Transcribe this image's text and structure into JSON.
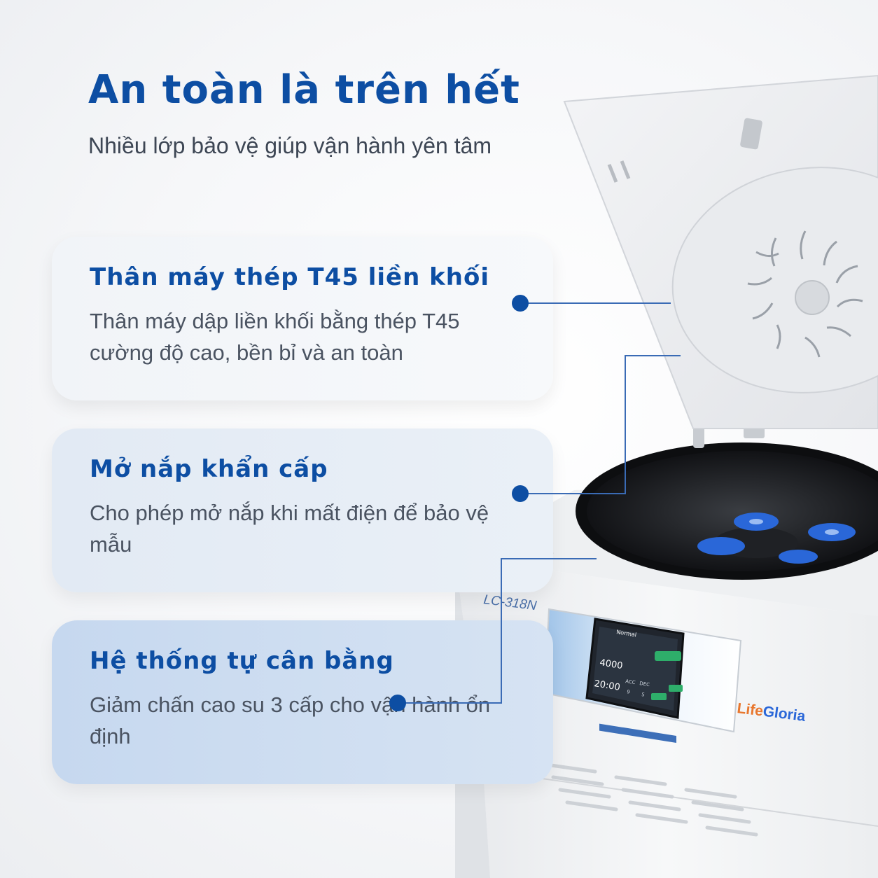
{
  "header": {
    "title": "An toàn là trên hết",
    "subtitle": "Nhiều lớp bảo vệ giúp vận hành yên tâm"
  },
  "features": [
    {
      "title": "Thân máy thép T45 liền khối",
      "description": "Thân máy dập liền khối bằng thép T45 cường độ cao, bền bỉ và an toàn"
    },
    {
      "title": "Mở nắp khẩn cấp",
      "description": "Cho phép mở nắp khi mất điện để bảo vệ mẫu"
    },
    {
      "title": "Hệ thống tự cân bằng",
      "description": "Giảm chấn cao su 3 cấp cho vận hành ổn định"
    }
  ],
  "product": {
    "model": "LC-318N",
    "brand_part1": "Life",
    "brand_part2": "Gloria",
    "screen": {
      "mode": "Normal",
      "speed": "4000",
      "time": "20:00",
      "acc_label": "ACC",
      "acc_value": "9",
      "dec_label": "DEC",
      "dec_value": "5"
    }
  },
  "colors": {
    "brand_blue": "#0d4ea3",
    "text_gray": "#4a5361",
    "rotor_blue": "#2a67d8",
    "brand_orange": "#e8772e"
  }
}
